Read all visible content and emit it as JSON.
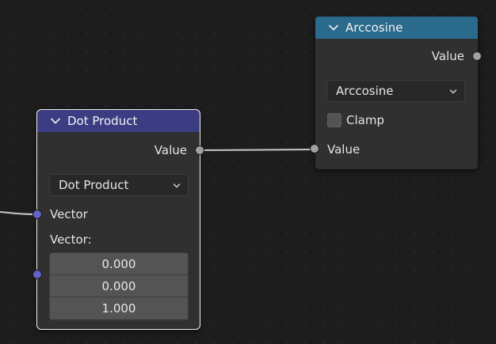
{
  "arccosine_node": {
    "title": "Arccosine",
    "header_color": "#2a6a8c",
    "output_label": "Value",
    "operation": "Arccosine",
    "clamp_label": "Clamp",
    "clamp_checked": false,
    "input_label": "Value"
  },
  "dot_product_node": {
    "title": "Dot Product",
    "header_color": "#3c3c83",
    "output_label": "Value",
    "operation": "Dot Product",
    "input1_label": "Vector",
    "input2_label": "Vector:",
    "vector_values": [
      "0.000",
      "0.000",
      "1.000"
    ]
  },
  "icons": {
    "collapse": "chevron-down-icon",
    "dropdown": "chevron-down-icon"
  }
}
